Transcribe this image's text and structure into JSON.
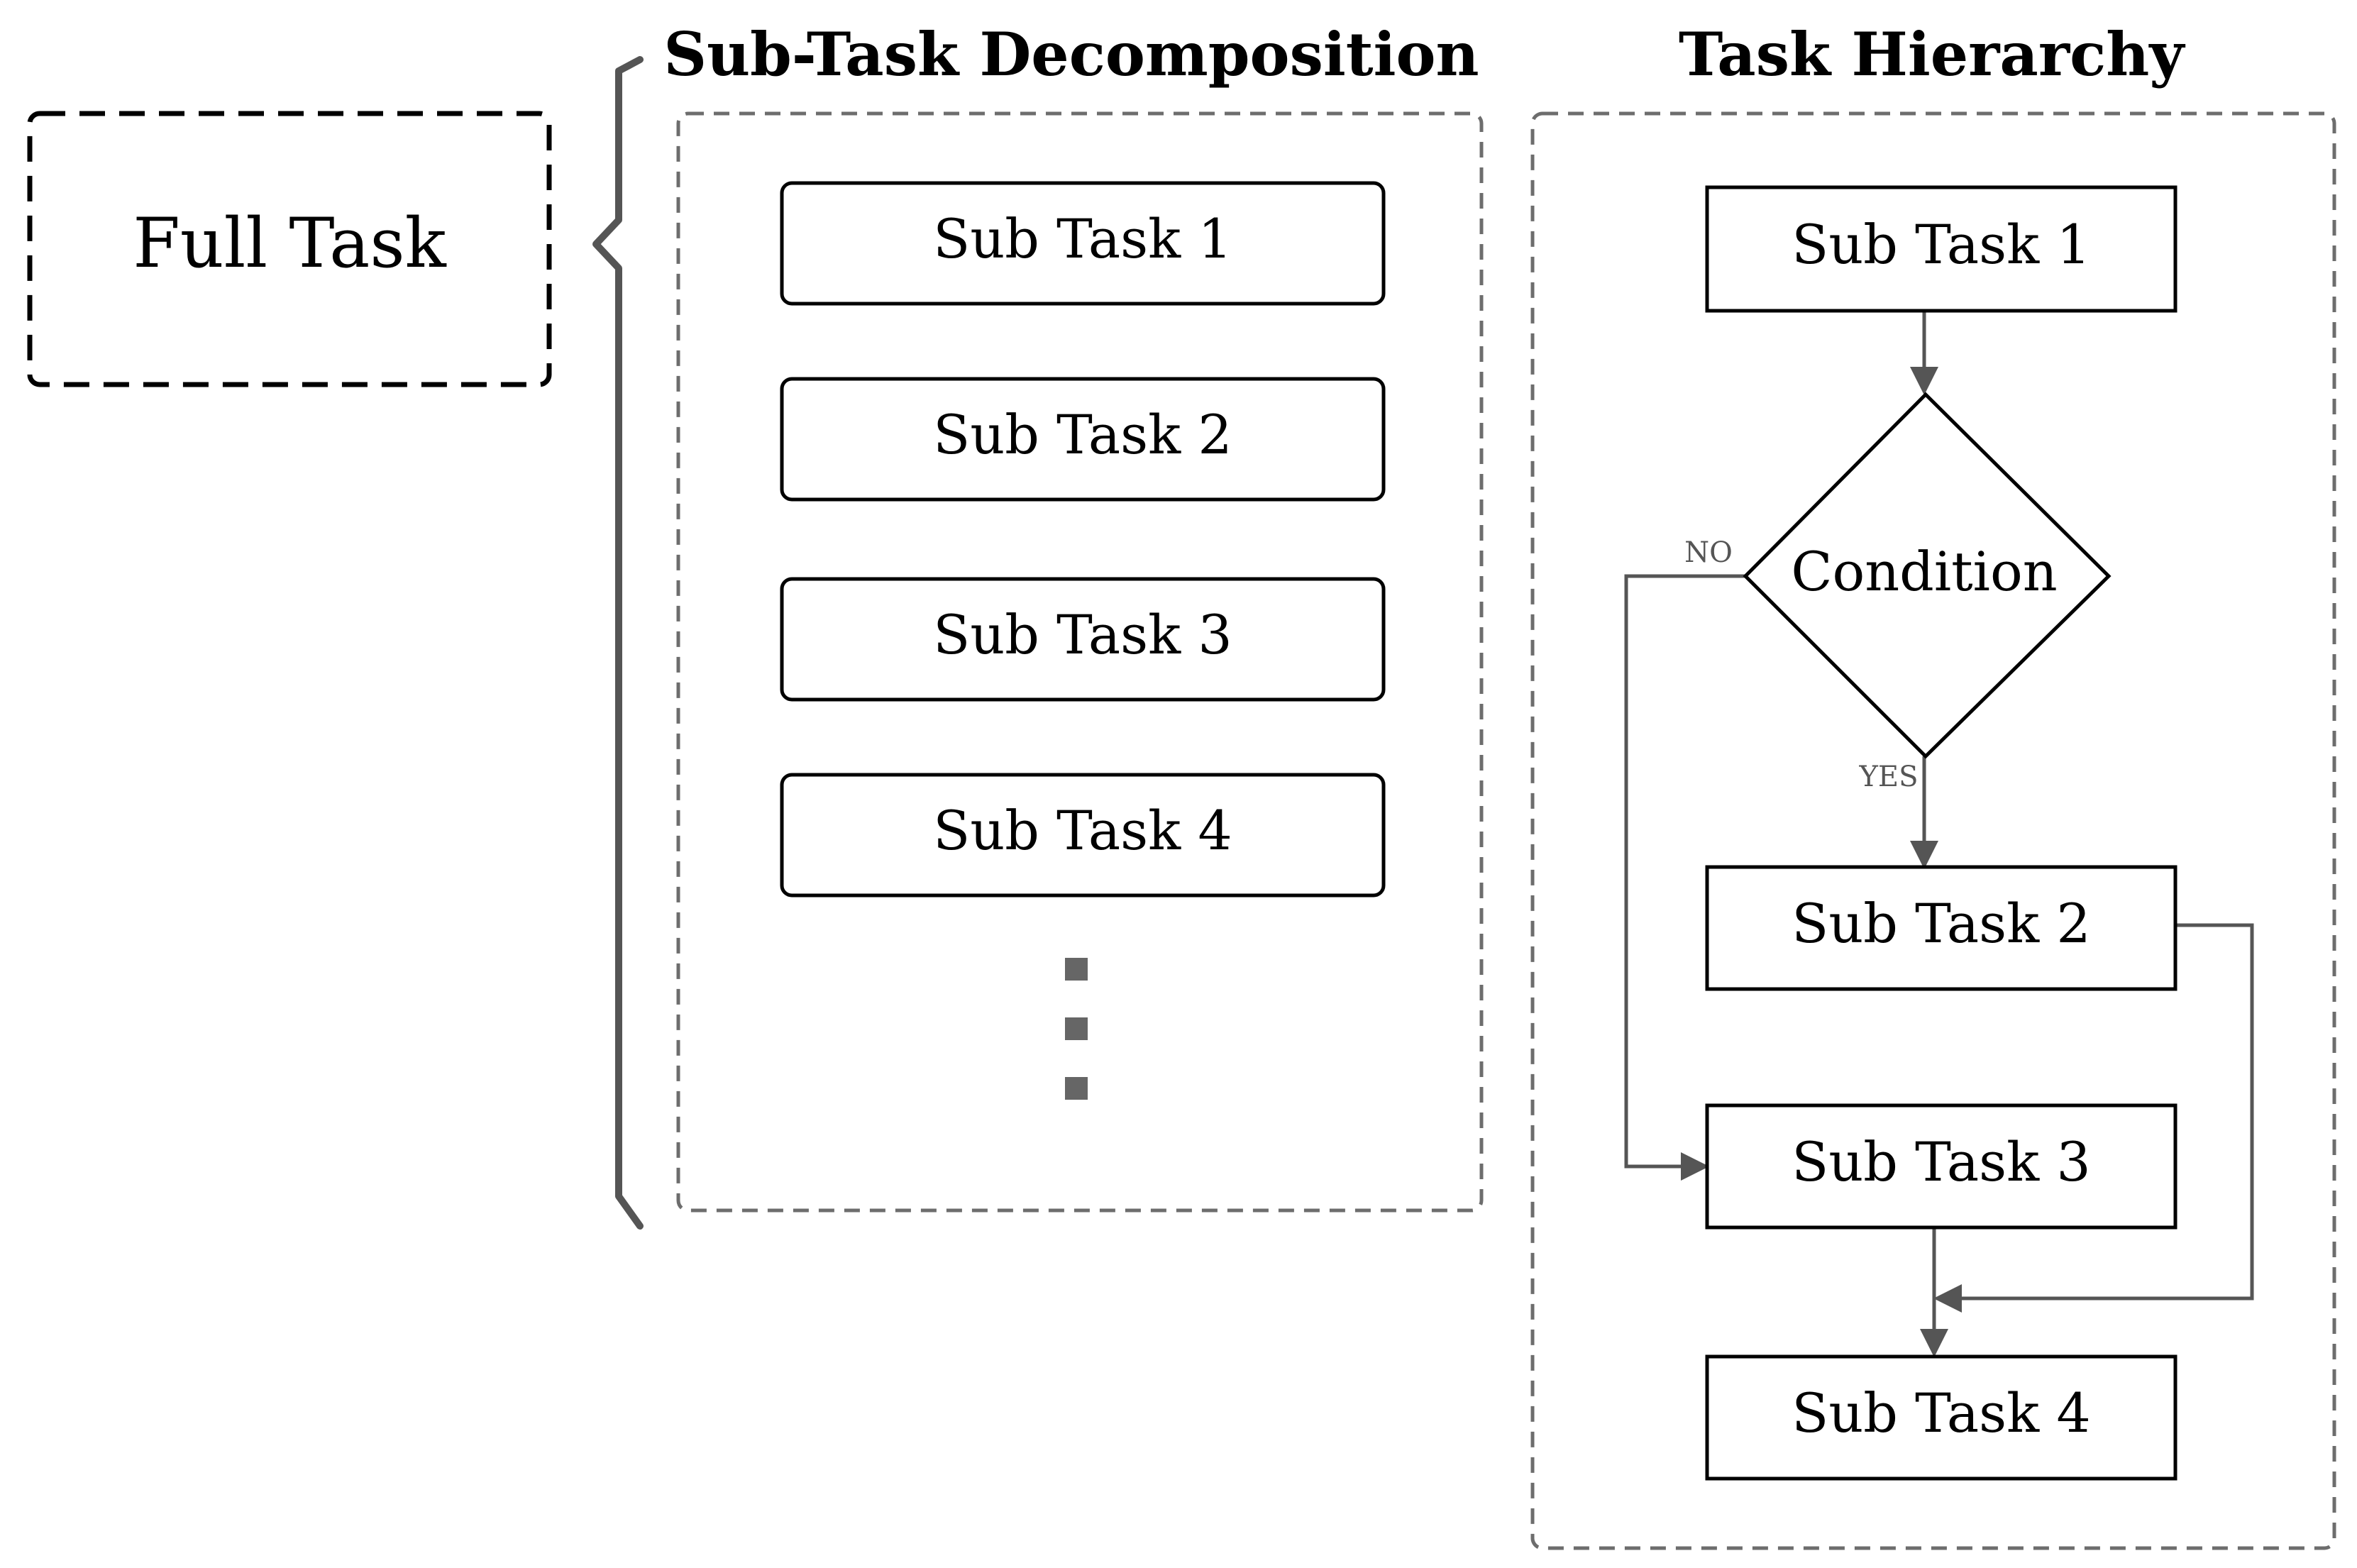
{
  "full_task": {
    "label": "Full Task"
  },
  "decomposition": {
    "title": "Sub-Task Decomposition",
    "items": [
      "Sub Task 1",
      "Sub Task 2",
      "Sub Task 3",
      "Sub Task 4"
    ],
    "continuation": "⋮"
  },
  "hierarchy": {
    "title": "Task Hierarchy",
    "nodes": {
      "sub_task_1": "Sub Task 1",
      "condition": "Condition",
      "sub_task_2": "Sub Task 2",
      "sub_task_3": "Sub Task 3",
      "sub_task_4": "Sub Task 4"
    },
    "branches": {
      "no": "NO",
      "yes": "YES"
    }
  },
  "colors": {
    "outline": "#000000",
    "connector": "#555555",
    "dashed_panel": "#6d6d6d",
    "background": "#ffffff"
  }
}
